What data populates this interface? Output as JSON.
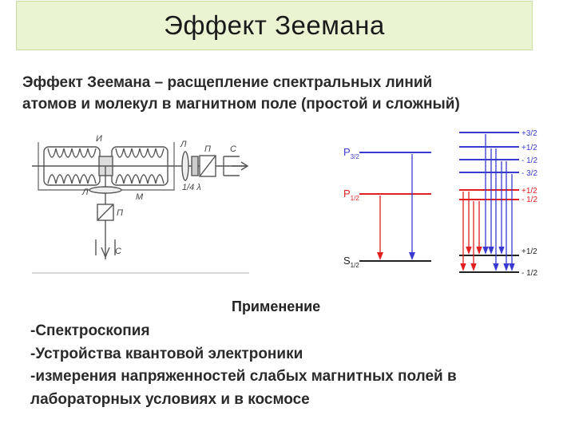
{
  "title": "Эффект Зеемана",
  "intro": {
    "line1": "Эффект Зеемана – расщепление спектральных линий",
    "line2": "атомов и молекул в магнитном поле (простой и сложный)"
  },
  "apparatus": {
    "label_I": "И",
    "label_L_top": "Л",
    "label_P_right": "П",
    "label_C_right": "С",
    "label_L_mid": "Л",
    "label_M": "М",
    "label_quarter_lambda": "1/4 λ",
    "label_P_bottom": "П",
    "label_C_bottom": "С"
  },
  "levels_simple": {
    "p32": "P",
    "p32_sub": "3/2",
    "p12": "P",
    "p12_sub": "1/2",
    "s12": "S",
    "s12_sub": "1/2"
  },
  "levels_split": {
    "blue_labels": [
      "+3/2",
      "+1/2",
      "- 1/2",
      "- 3/2"
    ],
    "red_labels": [
      "+1/2",
      "- 1/2"
    ],
    "black_labels": [
      "+1/2",
      "- 1/2"
    ]
  },
  "colors": {
    "blue": "#3a3ad0",
    "red": "#e02020",
    "dark": "#222222"
  },
  "applications": {
    "heading": "Применение",
    "items": [
      "-Спектроскопия",
      "-Устройства квантовой электроники",
      "-измерения напряженностей слабых магнитных полей в",
      "лабораторных условиях и в космосе"
    ]
  }
}
